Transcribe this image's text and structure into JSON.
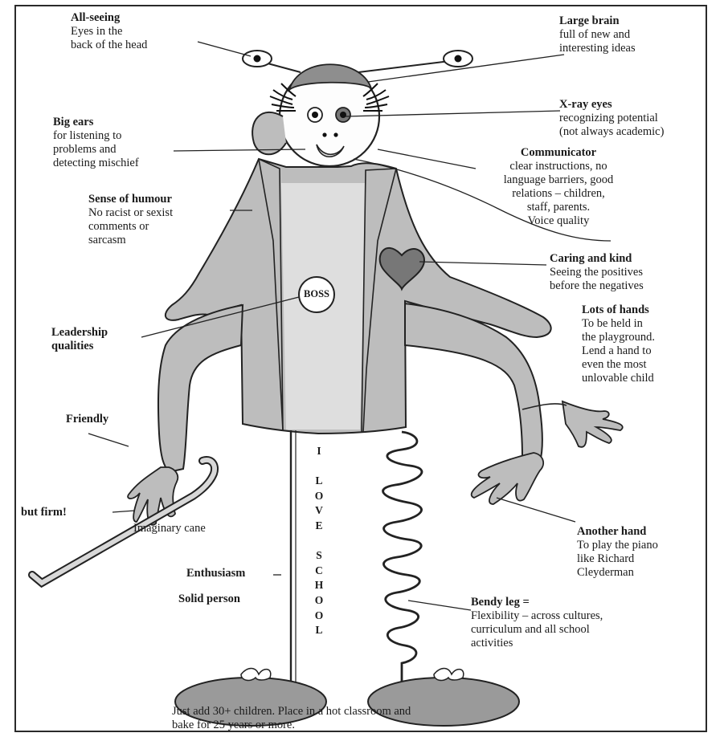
{
  "labels": {
    "all_seeing": {
      "title": "All-seeing",
      "desc": [
        "Eyes in the",
        "back of the head"
      ]
    },
    "large_brain": {
      "title": "Large brain",
      "desc": [
        "full of new and",
        "interesting ideas"
      ]
    },
    "xray_eyes": {
      "title": "X-ray eyes",
      "desc": [
        "recognizing potential",
        "(not always academic)"
      ]
    },
    "big_ears": {
      "title": "Big ears",
      "desc": [
        "for listening to",
        "problems and",
        "detecting mischief"
      ]
    },
    "communicator": {
      "title": "Communicator",
      "desc": [
        "clear instructions, no",
        "language barriers, good",
        "relations – children,",
        "staff, parents.",
        "Voice quality"
      ]
    },
    "sense_of_humour": {
      "title": "Sense of humour",
      "desc": [
        "No racist or sexist",
        "comments or",
        "sarcasm"
      ]
    },
    "caring_and_kind": {
      "title": "Caring and kind",
      "desc": [
        "Seeing the positives",
        "before the negatives"
      ]
    },
    "leadership": {
      "title": [
        "Leadership",
        "qualities"
      ]
    },
    "lots_of_hands": {
      "title": "Lots of hands",
      "desc": [
        "To be held in",
        "the playground.",
        "Lend a hand to",
        "even the most",
        "unlovable child"
      ]
    },
    "friendly": {
      "title": "Friendly"
    },
    "but_firm": {
      "title": "but firm!"
    },
    "imaginary_cane": {
      "desc": "Imaginary cane"
    },
    "another_hand": {
      "title": "Another hand",
      "desc": [
        "To play the piano",
        "like Richard",
        "Cleyderman"
      ]
    },
    "enthusiasm": {
      "title": "Enthusiasm"
    },
    "solid_person": {
      "title": "Solid person"
    },
    "bendy_leg": {
      "title": "Bendy leg =",
      "desc": [
        "Flexibility – across cultures,",
        "curriculum and all school",
        "activities"
      ]
    }
  },
  "badge": "BOSS",
  "vertical_text": [
    "I",
    "",
    "L",
    "O",
    "V",
    "E",
    "",
    "S",
    "C",
    "H",
    "O",
    "O",
    "L"
  ],
  "bottom_note": [
    "Just add 30+ children. Place in a hot classroom and",
    "bake for 25 years or more."
  ]
}
